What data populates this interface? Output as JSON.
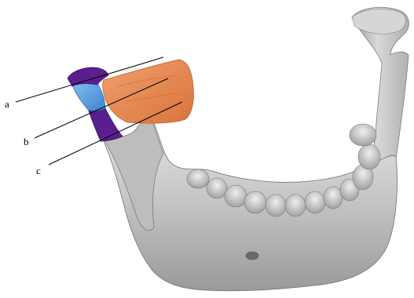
{
  "figure": {
    "labels": {
      "a": "a",
      "b": "b",
      "c": "c"
    },
    "colors": {
      "bone": "#c9c9c9",
      "bone_shadow": "#8d8d8d",
      "bone_highlight": "#ececec",
      "graft_orange": "#e8884f",
      "condyle_blue": "#5b9fe0",
      "ramus_purple": "#5a1f8e",
      "leader_line": "#000000"
    }
  }
}
